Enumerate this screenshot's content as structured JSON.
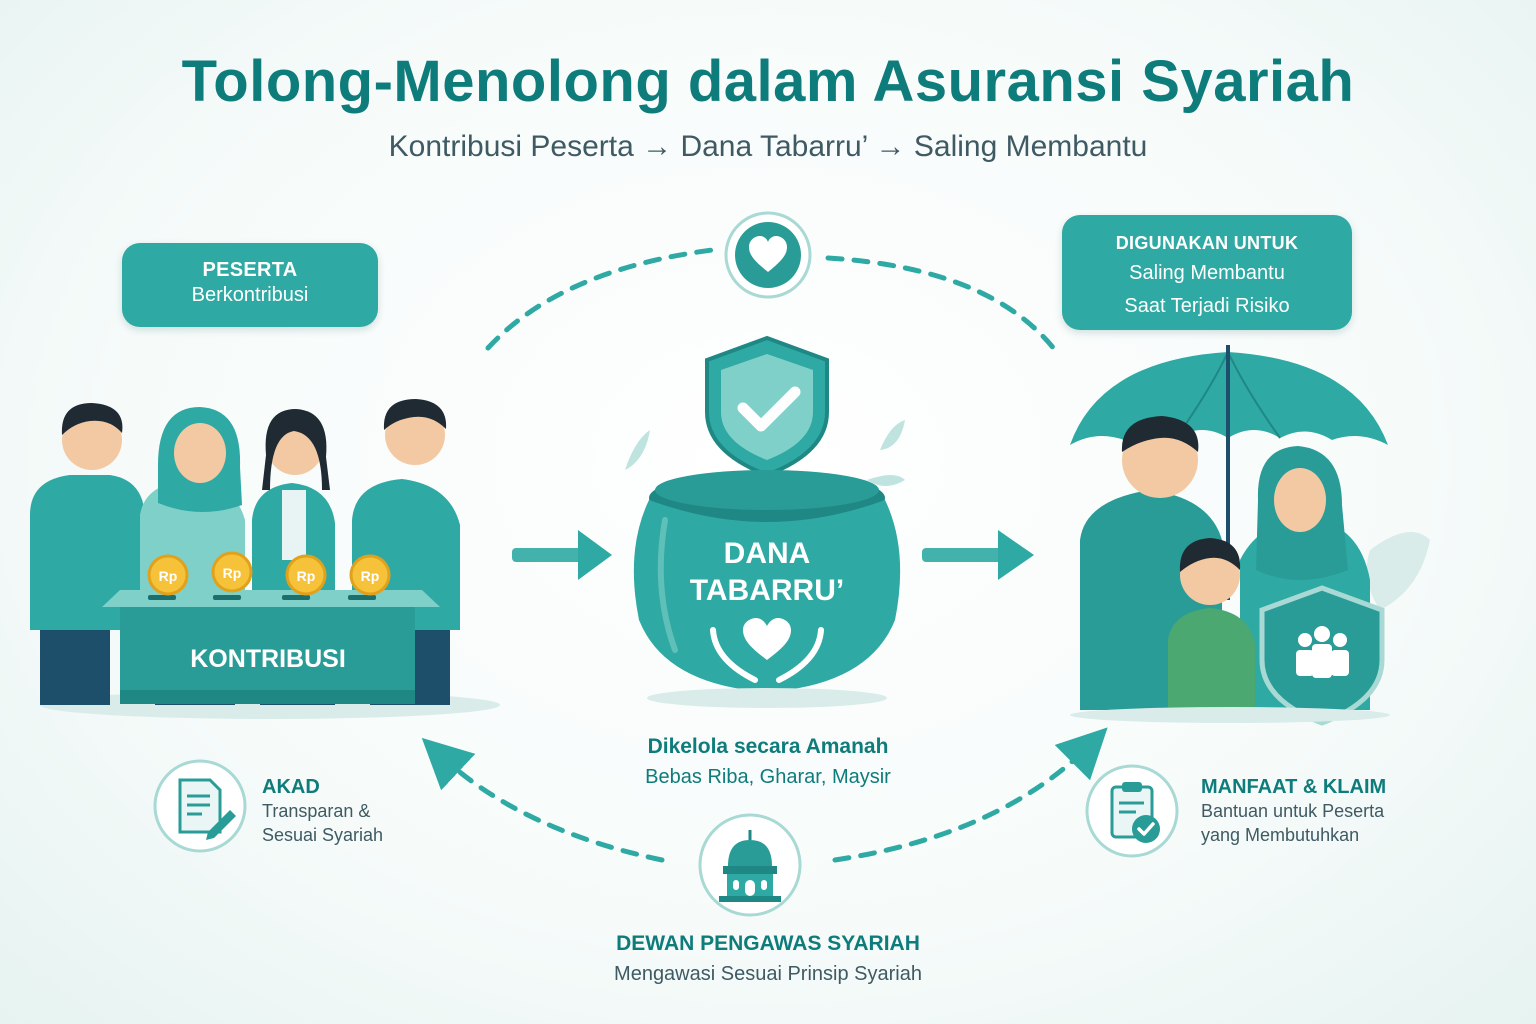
{
  "header": {
    "title": "Tolong-Menolong dalam Asuransi Syariah",
    "subtitle": "Kontribusi Peserta → Dana Tabarru’ → Saling Membantu"
  },
  "peserta": {
    "heading": "PESERTA",
    "text": "Berkontribusi"
  },
  "kontribusi": {
    "box_label": "KONTRIBUSI",
    "coin_label": "Rp"
  },
  "dana": {
    "label_line1": "DANA",
    "label_line2": "TABARRU’",
    "managed_title": "Dikelola secara Amanah",
    "managed_desc": "Bebas Riba, Gharar, Maysir"
  },
  "digunakan": {
    "heading": "DIGUNAKAN UNTUK",
    "line1": "Saling Membantu",
    "line2": "Saat Terjadi Risiko"
  },
  "akad": {
    "title": "AKAD",
    "line1": "Transparan &",
    "line2": "Sesuai Syariah"
  },
  "manfaat": {
    "title": "MANFAAT & KLAIM",
    "line1": "Bantuan untuk Peserta",
    "line2": "yang Membutuhkan"
  },
  "dewan": {
    "title": "DEWAN PENGAWAS SYARIAH",
    "desc": "Mengawasi Sesuai Prinsip Syariah"
  },
  "colors": {
    "primary": "#0e7c7b",
    "accent": "#2fa9a3",
    "light": "#a8d9d4",
    "coin": "#f5c23a"
  },
  "icons": [
    "heart-icon",
    "shield-check-icon",
    "document-pen-icon",
    "clipboard-check-icon",
    "mosque-icon",
    "family-shield-icon",
    "umbrella-icon",
    "hands-heart-icon"
  ]
}
